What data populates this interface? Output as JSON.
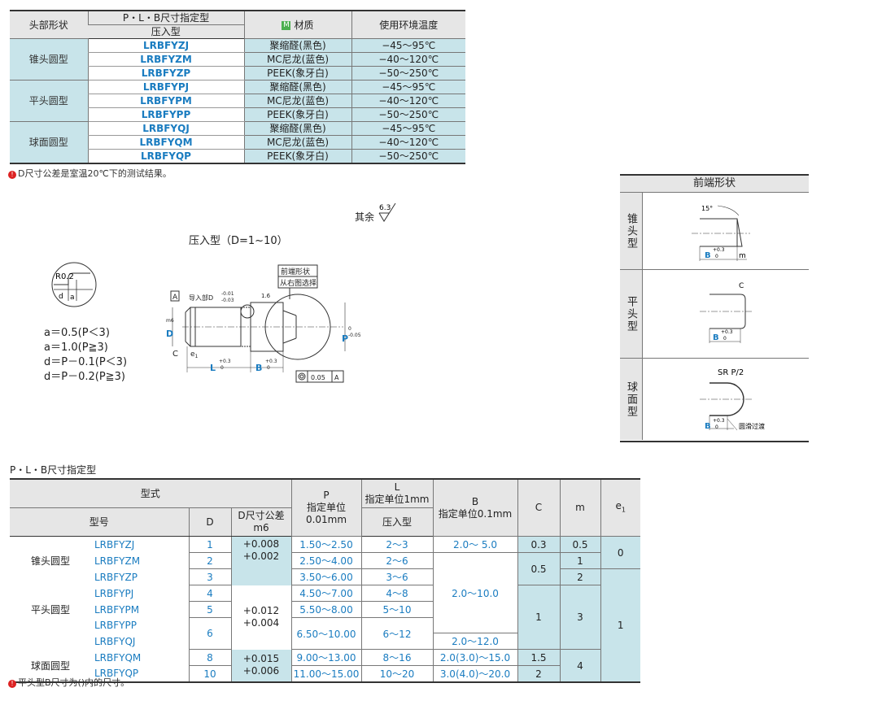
{
  "top_table": {
    "headers": {
      "head_shape": "头部形状",
      "type_spec": "P・L・B尺寸指定型",
      "press_fit": "压入型",
      "material_badge": "M",
      "material": "材质",
      "temp": "使用环境温度"
    },
    "groups": [
      {
        "shape": "锥头圆型",
        "rows": [
          {
            "code": "LRBFYZJ",
            "material": "聚缩醛(黑色)",
            "temp": "−45～95℃"
          },
          {
            "code": "LRBFYZM",
            "material": "MC尼龙(蓝色)",
            "temp": "−40～120℃"
          },
          {
            "code": "LRBFYZP",
            "material": "PEEK(象牙白)",
            "temp": "−50～250℃"
          }
        ]
      },
      {
        "shape": "平头圆型",
        "rows": [
          {
            "code": "LRBFYPJ",
            "material": "聚缩醛(黑色)",
            "temp": "−45～95℃"
          },
          {
            "code": "LRBFYPM",
            "material": "MC尼龙(蓝色)",
            "temp": "−40～120℃"
          },
          {
            "code": "LRBFYPP",
            "material": "PEEK(象牙白)",
            "temp": "−50～250℃"
          }
        ]
      },
      {
        "shape": "球面圆型",
        "rows": [
          {
            "code": "LRBFYQJ",
            "material": "聚缩醛(黑色)",
            "temp": "−45～95℃"
          },
          {
            "code": "LRBFYQM",
            "material": "MC尼龙(蓝色)",
            "temp": "−40～120℃"
          },
          {
            "code": "LRBFYQP",
            "material": "PEEK(象牙白)",
            "temp": "−50～250℃"
          }
        ]
      }
    ],
    "note": "D尺寸公差是室温20℃下的测试结果。"
  },
  "drawing": {
    "title": "压入型（D=1~10）",
    "roughness": "其余",
    "roughness_value": "6.3",
    "r_label": "R0.2",
    "d_label": "d",
    "a_label": "a",
    "formulas": [
      "a＝0.5(P＜3)",
      "a＝1.0(P≧3)",
      "d＝P－0.1(P＜3)",
      "d＝P－0.2(P≧3)"
    ],
    "callout1": "前端形状",
    "callout2": "从右图选择",
    "guide": "导入部D",
    "guide_tol_up": "-0.01",
    "guide_tol_dn": "-0.03",
    "ra": "1.6",
    "datum_a": "A",
    "label_D": "D",
    "label_m6": "m6",
    "label_C": "C",
    "label_e": "e",
    "label_e_sub": "1",
    "label_L": "L",
    "label_B": "B",
    "tol_up": "+0.3",
    "tol_dn": "0",
    "label_P": "P",
    "p_tol_up": "0",
    "p_tol_dn": "-0.05",
    "coax_val": "0.05",
    "coax_ref": "A"
  },
  "side_panel": {
    "title": "前端形状",
    "rows": [
      {
        "label": "锥头型",
        "angle": "15°",
        "b": "B",
        "tol_up": "+0.3",
        "tol_dn": "0",
        "m": "m"
      },
      {
        "label": "平头型",
        "c": "C",
        "b": "B",
        "tol_up": "+0.3",
        "tol_dn": "0"
      },
      {
        "label": "球面型",
        "sr": "SR P/2",
        "b": "B",
        "tol_up": "+0.3",
        "tol_dn": "0",
        "smooth": "圆滑过渡"
      }
    ]
  },
  "bottom_table": {
    "caption": "P・L・B尺寸指定型",
    "headers": {
      "style": "型式",
      "model": "型号",
      "D": "D",
      "tol": "D尺寸公差",
      "tol_sub": "m6",
      "P": "P",
      "P_unit": "指定单位",
      "P_unit2": "0.01mm",
      "L": "L",
      "L_unit": "指定单位1mm",
      "L_press": "压入型",
      "B": "B",
      "B_unit": "指定单位0.1mm",
      "C": "C",
      "m": "m",
      "e": "e",
      "e_sub": "1"
    },
    "groups": [
      "锥头圆型",
      "平头圆型",
      "球面圆型"
    ],
    "codes": [
      "LRBFYZJ",
      "LRBFYZM",
      "LRBFYZP",
      "LRBFYPJ",
      "LRBFYPM",
      "LRBFYPP",
      "LRBFYQJ",
      "LRBFYQM",
      "LRBFYQP"
    ],
    "D": [
      "1",
      "2",
      "3",
      "4",
      "5",
      "6",
      "8",
      "10"
    ],
    "tol": [
      [
        "+0.008",
        "+0.002"
      ],
      [
        "+0.012",
        "+0.004"
      ],
      [
        "+0.015",
        "+0.006"
      ]
    ],
    "P": [
      "1.50～2.50",
      "2.50～4.00",
      "3.50～6.00",
      "4.50～7.00",
      "5.50～8.00",
      "6.50～10.00",
      "9.00～13.00",
      "11.00～15.00"
    ],
    "L": [
      "2～3",
      "2～6",
      "3～6",
      "4～8",
      "5～10",
      "6～12",
      "8～16",
      "10～20"
    ],
    "B": [
      "2.0～ 5.0",
      "2.0～10.0",
      "2.0～12.0",
      "2.0(3.0)～15.0",
      "3.0(4.0)～20.0"
    ],
    "C": [
      "0.3",
      "0.5",
      "1",
      "1.5",
      "2"
    ],
    "m": [
      "0.5",
      "1",
      "2",
      "3",
      "4"
    ],
    "e1": [
      "0",
      "1"
    ],
    "note": "平头型B尺寸为()内的尺寸。"
  }
}
